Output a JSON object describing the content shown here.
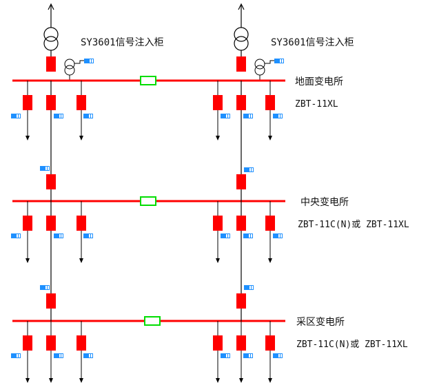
{
  "labels": {
    "injection_left": "SY3601信号注入柜",
    "injection_right": "SY3601信号注入柜",
    "tier1_name": "地面变电所",
    "tier1_model": "ZBT-11XL",
    "tier2_name": "中央变电所",
    "tier2_model": "ZBT-11C(N)或 ZBT-11XL",
    "tier3_name": "采区变电所",
    "tier3_model": "ZBT-11C(N)或 ZBT-11XL"
  },
  "colors": {
    "busbar": "#ff0000",
    "breaker": "#ff0000",
    "coupler": "#00dd00",
    "sensor": "#1e90ff",
    "line": "#000000"
  },
  "icons": {
    "transformer": "two-winding-transformer-symbol",
    "ct": "current-transformer-symbol",
    "sensor": "blue-sensor-device-icon",
    "breaker": "red-breaker-box",
    "coupler": "green-bus-coupler"
  }
}
